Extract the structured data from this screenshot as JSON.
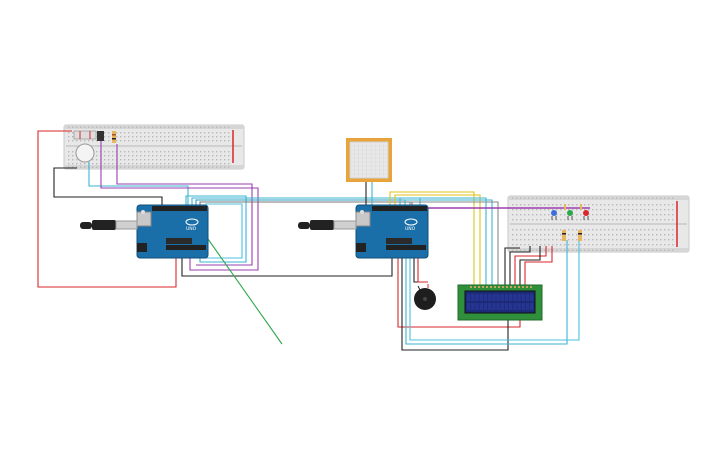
{
  "components": {
    "breadboard_left": {
      "name": "breadboard"
    },
    "breadboard_right": {
      "name": "breadboard"
    },
    "arduino_left": {
      "name": "arduino-uno",
      "brand_text": "UNO"
    },
    "arduino_right": {
      "name": "arduino-uno",
      "brand_text": "UNO"
    },
    "pressure_sensor": {
      "name": "force-sensitive-pad"
    },
    "lcd": {
      "name": "lcd-16x2"
    },
    "buzzer": {
      "name": "piezo-buzzer"
    },
    "leds": [
      "blue",
      "green",
      "red"
    ]
  },
  "colors": {
    "wire_red": "#d9262a",
    "wire_black": "#222222",
    "wire_cyan": "#3ab5d6",
    "wire_purple": "#9b3fb0",
    "wire_yellow": "#e0c21a",
    "wire_green": "#2ca84a",
    "wire_gray": "#888888",
    "arduino_blue": "#1b6fa8",
    "sensor_orange": "#e8a33a",
    "lcd_green": "#2f8f3a",
    "lcd_screen": "#1d2a78"
  }
}
